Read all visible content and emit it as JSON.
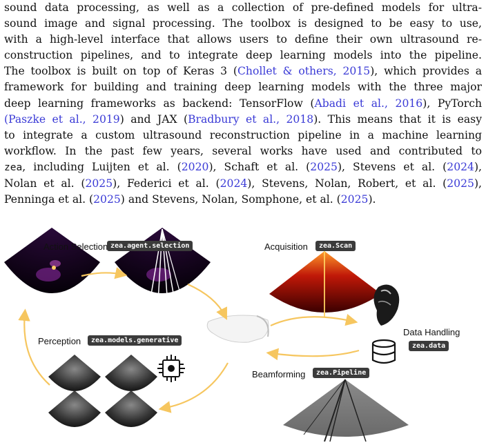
{
  "paragraph": {
    "lines": [
      [
        {
          "t": "sound data processing, as well as a collection of pre-defined models for ultra-"
        }
      ],
      [
        {
          "t": "sound image and signal processing. The toolbox is designed to be easy to use,"
        }
      ],
      [
        {
          "t": "with a high-level interface that allows users to define their own ultrasound re-"
        }
      ],
      [
        {
          "t": "construction pipelines, and to integrate deep learning models into the pipeline."
        }
      ],
      [
        {
          "t": "The toolbox is built on top of Keras 3 ("
        },
        {
          "t": "Chollet & others, 2015",
          "c": 1
        },
        {
          "t": "), which provides a"
        }
      ],
      [
        {
          "t": "framework for building and training deep learning models with the three major"
        }
      ],
      [
        {
          "t": "deep learning frameworks as backend: TensorFlow ("
        },
        {
          "t": "Abadi et al., 2016",
          "c": 1
        },
        {
          "t": "), PyTorch"
        }
      ],
      [
        {
          "t": "(",
          "c": 1
        },
        {
          "t": "Paszke et al., 2019",
          "c": 1
        },
        {
          "t": ") and JAX ("
        },
        {
          "t": "Bradbury et al., 2018",
          "c": 1
        },
        {
          "t": "). This means that it is easy"
        }
      ],
      [
        {
          "t": "to integrate a custom ultrasound reconstruction pipeline in a machine learning"
        }
      ],
      [
        {
          "t": "workflow. In the past few years, several works have used and contributed to"
        }
      ],
      [
        {
          "t": "zea",
          "m": 1
        },
        {
          "t": ", including Luijten et al. ("
        },
        {
          "t": "2020",
          "c": 1
        },
        {
          "t": "), Schaft et al. ("
        },
        {
          "t": "2025",
          "c": 1
        },
        {
          "t": "), Stevens et al. ("
        },
        {
          "t": "2024",
          "c": 1
        },
        {
          "t": "),"
        }
      ],
      [
        {
          "t": "Nolan et al. ("
        },
        {
          "t": "2025",
          "c": 1
        },
        {
          "t": "), Federici et al. ("
        },
        {
          "t": "2024",
          "c": 1
        },
        {
          "t": "), Stevens, Nolan, Robert, et al. ("
        },
        {
          "t": "2025",
          "c": 1
        },
        {
          "t": "),"
        }
      ],
      [
        {
          "t": "Penninga et al. ("
        },
        {
          "t": "2025",
          "c": 1
        },
        {
          "t": ") and Stevens, Nolan, Somphone, et al. ("
        },
        {
          "t": "2025",
          "c": 1
        },
        {
          "t": ")."
        }
      ]
    ]
  },
  "figure": {
    "labels": {
      "action_selection": "Action Selection",
      "acquisition": "Acquisition",
      "perception": "Perception",
      "data_handling": "Data Handling",
      "beamforming": "Beamforming"
    },
    "badges": {
      "action_selection": "zea.agent.selection",
      "acquisition": "zea.Scan",
      "perception": "zea.models.generative",
      "data_handling": "zea.data",
      "beamforming": "zea.Pipeline"
    },
    "icons": [
      "ultrasound-probe-icon",
      "heart-icon",
      "database-icon",
      "neural-chip-icon"
    ],
    "colors": {
      "arrow": "#f6c65f",
      "badge_bg": "#3b3b3b",
      "citation": "#3a3ad6"
    }
  }
}
